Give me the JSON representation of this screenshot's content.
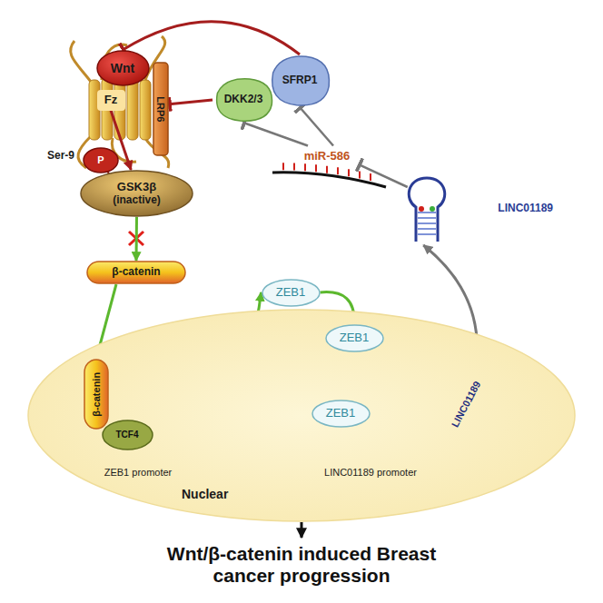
{
  "diagram": {
    "nodes": [
      {
        "text": [
          "Wnt"
        ]
      },
      {
        "text": [
          "Fz"
        ]
      },
      {
        "text": [
          "LRP6"
        ]
      },
      {
        "text": [
          "DKK2/3"
        ]
      },
      {
        "text": [
          "SFRP1"
        ]
      },
      {
        "text": [
          "miR-586"
        ]
      },
      {
        "text": [
          "P"
        ]
      },
      {
        "text": [
          "GSK3β",
          "(inactive)"
        ]
      },
      {
        "text": [
          "β-catenin"
        ]
      },
      {
        "text": [
          "Nuclear"
        ]
      },
      {
        "text": [
          "β-catenin"
        ],
        "in": 9
      },
      {
        "text": [
          "TCF4"
        ],
        "in": 9
      },
      {
        "text": [
          "ZEB1"
        ]
      },
      {
        "text": [
          "ZEB1"
        ]
      },
      {
        "text": [
          "ZEB1"
        ],
        "in": 9
      },
      {
        "text": [
          "LINC01189"
        ],
        "in": 9
      },
      {
        "text": [
          "LINC01189"
        ]
      },
      {
        "text": [
          "Wnt/β-catenin induced Breast cancer progression"
        ]
      }
    ],
    "edges": [
      {
        "from": 4,
        "to": 0,
        "arrow": "to"
      },
      {
        "from": 3,
        "to": 2,
        "arrow": "to"
      },
      {
        "from": 5,
        "to": 3,
        "arrow": "to"
      },
      {
        "from": 5,
        "to": 4,
        "arrow": "to"
      },
      {
        "from": 16,
        "to": 5,
        "arrow": "to"
      },
      {
        "from": 1,
        "to": 7,
        "arrow": "to"
      },
      {
        "from": 7,
        "to": 8,
        "arrow": "to"
      },
      {
        "from": 8,
        "to": 10,
        "arrow": "to"
      },
      {
        "from": 11,
        "to": 12,
        "arrow": "to"
      },
      {
        "from": 12,
        "to": 13,
        "arrow": "to"
      },
      {
        "from": 13,
        "to": 14,
        "arrow": "to"
      },
      {
        "from": 15,
        "to": 16,
        "arrow": "to"
      },
      {
        "from": 9,
        "to": 17,
        "arrow": "to"
      }
    ],
    "labels": [
      "Ser-9",
      "ZEB1 promoter",
      "LINC01189 promoter"
    ]
  }
}
